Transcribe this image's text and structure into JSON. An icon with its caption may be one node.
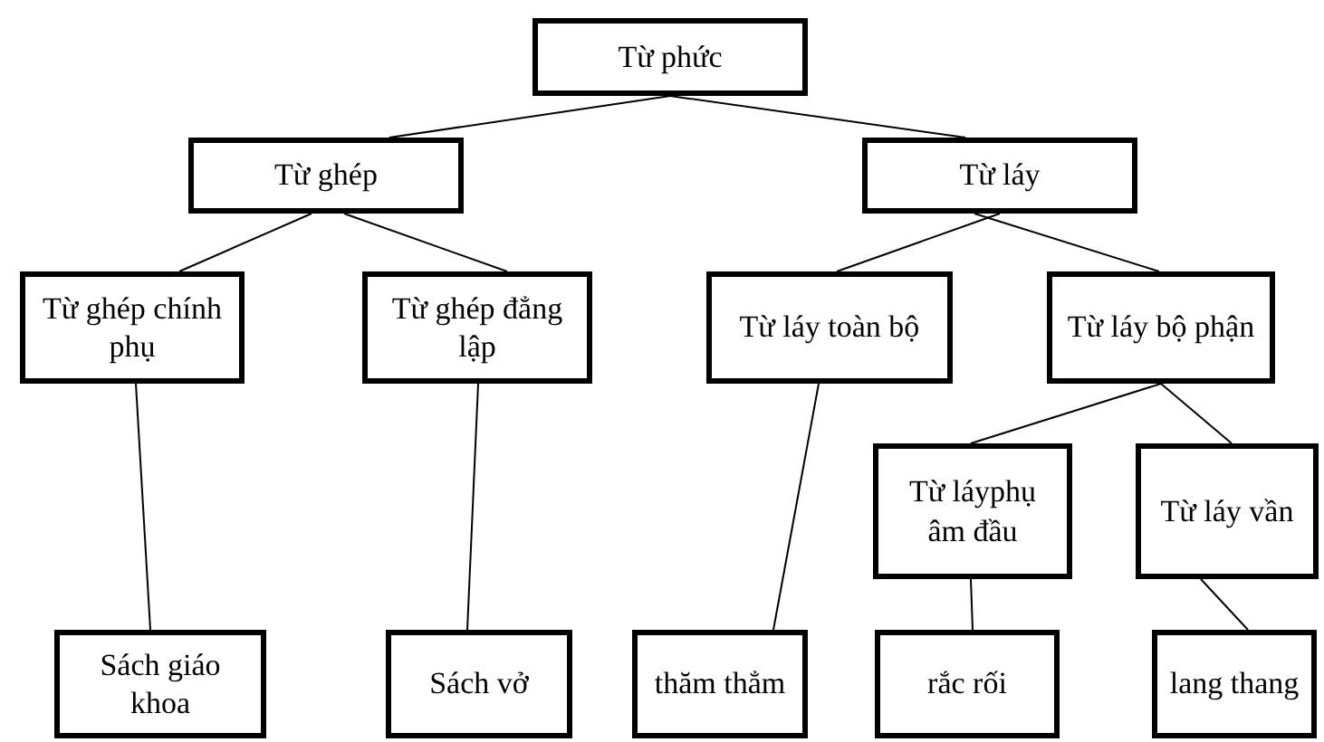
{
  "diagram": {
    "nodes": [
      {
        "text": [
          "Từ phức"
        ]
      },
      {
        "text": [
          "Từ ghép"
        ]
      },
      {
        "text": [
          "Từ láy"
        ]
      },
      {
        "text": [
          "Từ ghép chính phụ"
        ]
      },
      {
        "text": [
          "Từ ghép đẳng lập"
        ]
      },
      {
        "text": [
          "Từ láy toàn bộ"
        ]
      },
      {
        "text": [
          "Từ láy bộ phận"
        ]
      },
      {
        "text": [
          "Từ láyphụ âm đầu"
        ]
      },
      {
        "text": [
          "Từ láy vần"
        ]
      },
      {
        "text": [
          "Sách giáo khoa"
        ]
      },
      {
        "text": [
          "Sách vở"
        ]
      },
      {
        "text": [
          "thăm thẳm"
        ]
      },
      {
        "text": [
          "rắc rối"
        ]
      },
      {
        "text": [
          "lang thang"
        ]
      }
    ],
    "edges": [
      {
        "from": 0,
        "to": 1,
        "arrow": "none"
      },
      {
        "from": 0,
        "to": 2,
        "arrow": "none"
      },
      {
        "from": 1,
        "to": 3,
        "arrow": "none"
      },
      {
        "from": 1,
        "to": 4,
        "arrow": "none"
      },
      {
        "from": 2,
        "to": 5,
        "arrow": "none"
      },
      {
        "from": 2,
        "to": 6,
        "arrow": "none"
      },
      {
        "from": 6,
        "to": 7,
        "arrow": "none"
      },
      {
        "from": 6,
        "to": 8,
        "arrow": "none"
      },
      {
        "from": 3,
        "to": 9,
        "arrow": "none"
      },
      {
        "from": 4,
        "to": 10,
        "arrow": "none"
      },
      {
        "from": 5,
        "to": 11,
        "arrow": "none"
      },
      {
        "from": 7,
        "to": 12,
        "arrow": "none"
      },
      {
        "from": 8,
        "to": 13,
        "arrow": "none"
      }
    ]
  }
}
